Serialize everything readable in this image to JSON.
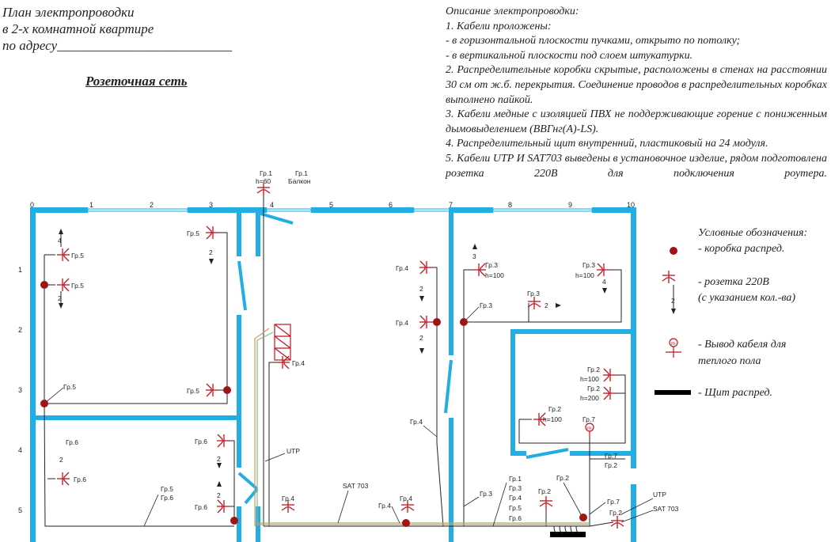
{
  "header": {
    "title_line1": "План электропроводки",
    "title_line2": "в 2-х комнатной квартире",
    "title_line3": "по адресу__________________________",
    "subtitle": "Розеточная сеть"
  },
  "description": {
    "heading": "Описание электропроводки:",
    "items": [
      "1. Кабели проложены:",
      "- в горизонтальной плоскости пучками, открыто по потолку;",
      "- в вертикальной плоскости под слоем штукатурки.",
      "2. Распределительные коробки скрытые, расположены в стенах на расстоянии 30 см от ж.б. перекрытия. Соединение проводов в распределительных коробках выполнено пайкой.",
      "3. Кабели медные с изоляцией ПВХ не поддерживающие горение с пониженным дымовыделением (ВВГнг(А)-LS).",
      "4. Распределительный щит внутренний, пластиковый на 24 модуля.",
      "5. Кабели UTP И SAT703 выведены в установочное изделие, рядом подготовлена розетка 220В для подключения роутера."
    ]
  },
  "legend": {
    "heading": "Условные обозначения:",
    "box": "- коробка распред.",
    "socket_1": "- розетка 220В",
    "socket_2": "(с указанием кол.-ва)",
    "floor_1": "- Вывод кабеля для",
    "floor_2": "теплого пола",
    "panel": "- Щит распред.",
    "socket_count": "2",
    "floor_mark": "m"
  },
  "plan": {
    "axis_x": [
      "0",
      "1",
      "2",
      "3",
      "4",
      "5",
      "6",
      "7",
      "8",
      "9",
      "10"
    ],
    "axis_y": [
      "1",
      "2",
      "3",
      "4",
      "5"
    ],
    "labels": {
      "balcony_grp": "Гр.1",
      "balcony_h": "h=60",
      "balcony_grp2": "Гр.1",
      "balcony_name": "Балкон",
      "r1_gr5_top": "Гр.5",
      "r1_cnt_top": "4",
      "r1_gr5_mid": "Гр.5",
      "r1_cnt_mid": "2",
      "r1_gr5_right": "Гр.5",
      "r1_cnt_right": "2",
      "r1_gr5_br": "Гр.5",
      "r1_gr5_bl": "Гр.5",
      "r2_gr6_a": "Гр.6",
      "r2_cnt_a": "2",
      "r2_gr6_b": "Гр.6",
      "r2_gr6_c": "Гр.6",
      "r2_cnt_c": "2",
      "r2_gr6_d": "Гр.6",
      "r2_cnt_d": "2",
      "r2_wire": "Гр.5",
      "r2_wire2": "Гр.6",
      "c_gr4_a": "Гр.4",
      "c_cnt_a": "2",
      "c_gr4_b": "Гр.4",
      "c_cnt_b": "2",
      "c_gr4_panel": "Гр.4",
      "c_utp": "UTP",
      "c_sat": "SAT 703",
      "c_gr4_c": "Гр.4",
      "c_gr4_d": "Гр.4",
      "c_gr4_e": "Гр.4",
      "c_gr4_wire": "Гр.4",
      "k_gr3_a": "Гр.3",
      "k_h100_a": "h=100",
      "k_cnt_a": "3",
      "k_gr3_b": "Гр.3",
      "k_h100_b": "h=100",
      "k_cnt_b": "4",
      "k_gr3_c": "Гр.3",
      "k_cnt_c": "2",
      "k_gr3_d": "Гр.3",
      "b_gr2_a": "Гр.2",
      "b_h100_a": "h=100",
      "b_gr2_b": "Гр.2",
      "b_h200": "h=200",
      "b_gr2_c": "Гр.2",
      "b_h100_c": "h=100",
      "b_gr7": "Гр.7",
      "b_mark": "m",
      "h_gr7": "Гр.7",
      "h_gr2": "Гр.2",
      "h_gr3": "Гр.3",
      "bundle_1": "Гр.1",
      "bundle_3": "Гр.3",
      "bundle_4": "Гр.4",
      "bundle_5": "Гр.5",
      "bundle_6": "Гр.6",
      "h_gr2_sock": "Гр.2",
      "h_gr2_b": "Гр.2",
      "h_gr7_b": "Гр.7",
      "h_utp": "UTP",
      "h_gr2_c": "Гр.2",
      "h_sat": "SAT 703"
    }
  },
  "colors": {
    "wall": "#22aee3",
    "box": "#a01414",
    "socket": "#c0141e",
    "wire": "#222222",
    "utp": "#88bb88",
    "sat": "#cc9966"
  }
}
